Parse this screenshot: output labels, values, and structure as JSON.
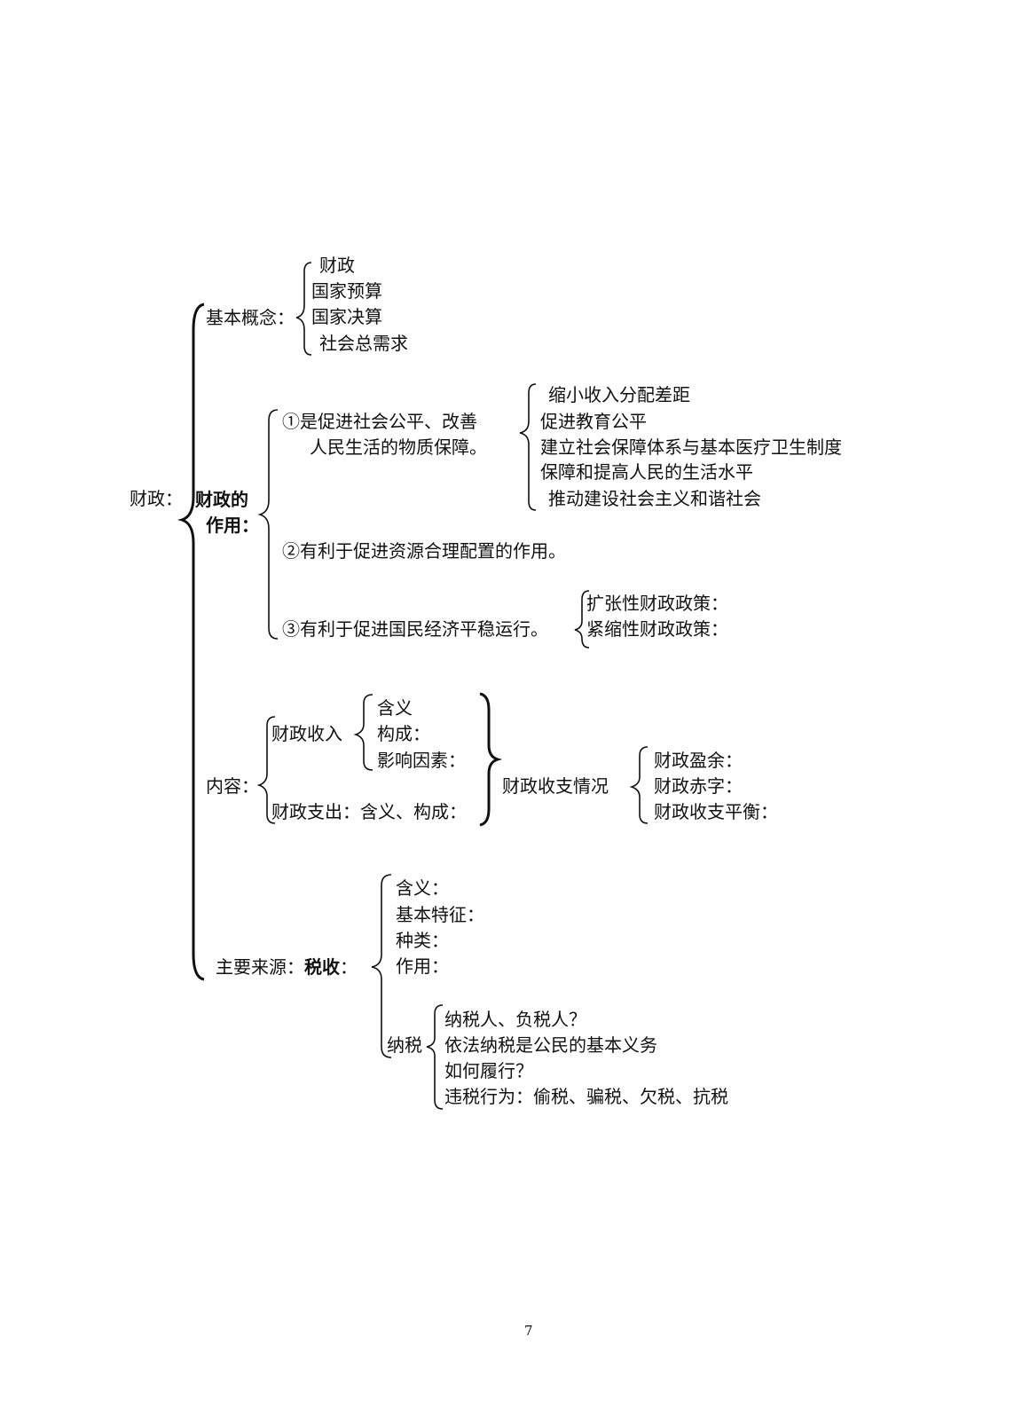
{
  "root": "财政：",
  "concepts": {
    "label": "基本概念：",
    "items": [
      "财政",
      "国家预算",
      "国家决算",
      "社会总需求"
    ]
  },
  "role": {
    "label_line1": "财政的",
    "label_line2": "作用：",
    "r1_line1": "①是促进社会公平、改善",
    "r1_line2": "人民生活的物质保障。",
    "r1_items": [
      "缩小收入分配差距",
      "促进教育公平",
      "建立社会保障体系与基本医疗卫生制度",
      "保障和提高人民的生活水平",
      "推动建设社会主义和谐社会"
    ],
    "r2": "②有利于促进资源合理配置的作用。",
    "r3": "③有利于促进国民经济平稳运行。",
    "r3_items": [
      "扩张性财政政策：",
      "紧缩性财政政策："
    ]
  },
  "content": {
    "label": "内容：",
    "income": "财政收入",
    "income_items": [
      "含义",
      "构成：",
      "影响因素："
    ],
    "expense": "财政支出：含义、构成：",
    "balance": "财政收支情况",
    "balance_items": [
      "财政盈余：",
      "财政赤字：",
      "财政收支平衡："
    ]
  },
  "tax": {
    "label": "主要来源：",
    "label_bold": "税收",
    "label_colon": "：",
    "items": [
      "含义：",
      "基本特征：",
      "种类：",
      "作用："
    ],
    "pay": "纳税",
    "pay_items": [
      "纳税人、负税人？",
      "依法纳税是公民的基本义务",
      "如何履行？",
      "违税行为：偷税、骗税、欠税、抗税"
    ]
  },
  "page_number": "7"
}
